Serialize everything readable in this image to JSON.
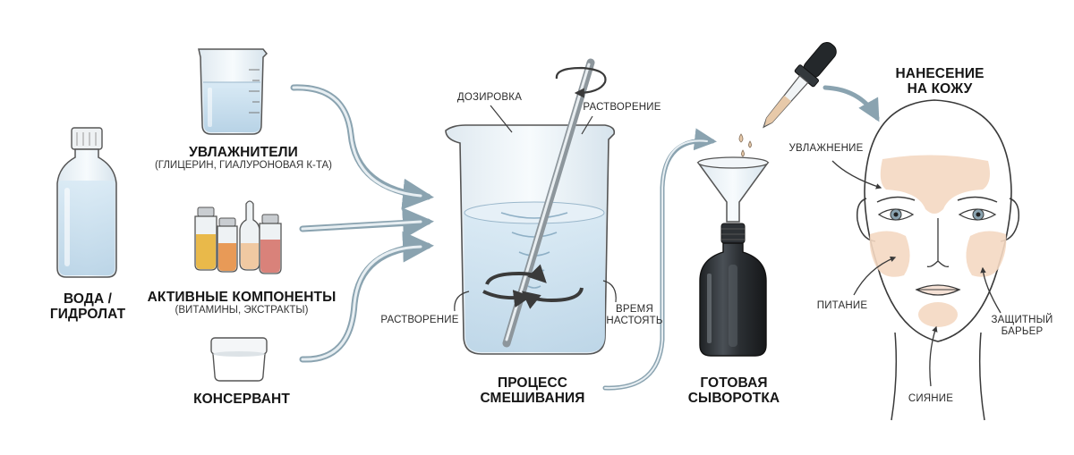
{
  "ingredients": {
    "water": {
      "title_line1": "ВОДА /",
      "title_line2": "ГИДРОЛАТ",
      "icon": "bottle-icon"
    },
    "humectants": {
      "title": "УВЛАЖНИТЕЛИ",
      "subtitle": "(ГЛИЦЕРИН, ГИАЛУРОНОВАЯ К-ТА)",
      "icon": "beaker-icon"
    },
    "actives": {
      "title": "АКТИВНЫЕ КОМПОНЕНТЫ",
      "subtitle": "(ВИТАМИНЫ, ЭКСТРАКТЫ)",
      "icon": "vials-icon"
    },
    "preservative": {
      "title": "КОНСЕРВАНТ",
      "icon": "jar-icon"
    }
  },
  "mixing": {
    "title_line1": "ПРОЦЕСС",
    "title_line2": "СМЕШИВАНИЯ",
    "dosing": "ДОЗИРОВКА",
    "dissolving_top": "РАСТВОРЕНИЕ",
    "dissolving_left": "РАСТВОРЕНИЕ",
    "time_line1": "ВРЕМЯ",
    "time_line2": "НАСТОЯТЬ"
  },
  "serum": {
    "title_line1": "ГОТОВАЯ",
    "title_line2": "СЫВОРОТКА"
  },
  "application": {
    "title_line1": "НАНЕСЕНИЕ",
    "title_line2": "НА КОЖУ",
    "hydration": "УВЛАЖНЕНИЕ",
    "nutrition": "ПИТАНИЕ",
    "barrier_line1": "ЗАЩИТНЫЙ",
    "barrier_line2": "БАРЬЕР",
    "radiance": "СИЯНИЕ"
  },
  "colors": {
    "arrow": "#8aa3b0",
    "water": "#cfe3f1",
    "glass": "#eef4f8",
    "amber_glass": "#2a2e31",
    "skin_zone": "#f4d8c2",
    "outline": "#3a3a3a"
  }
}
